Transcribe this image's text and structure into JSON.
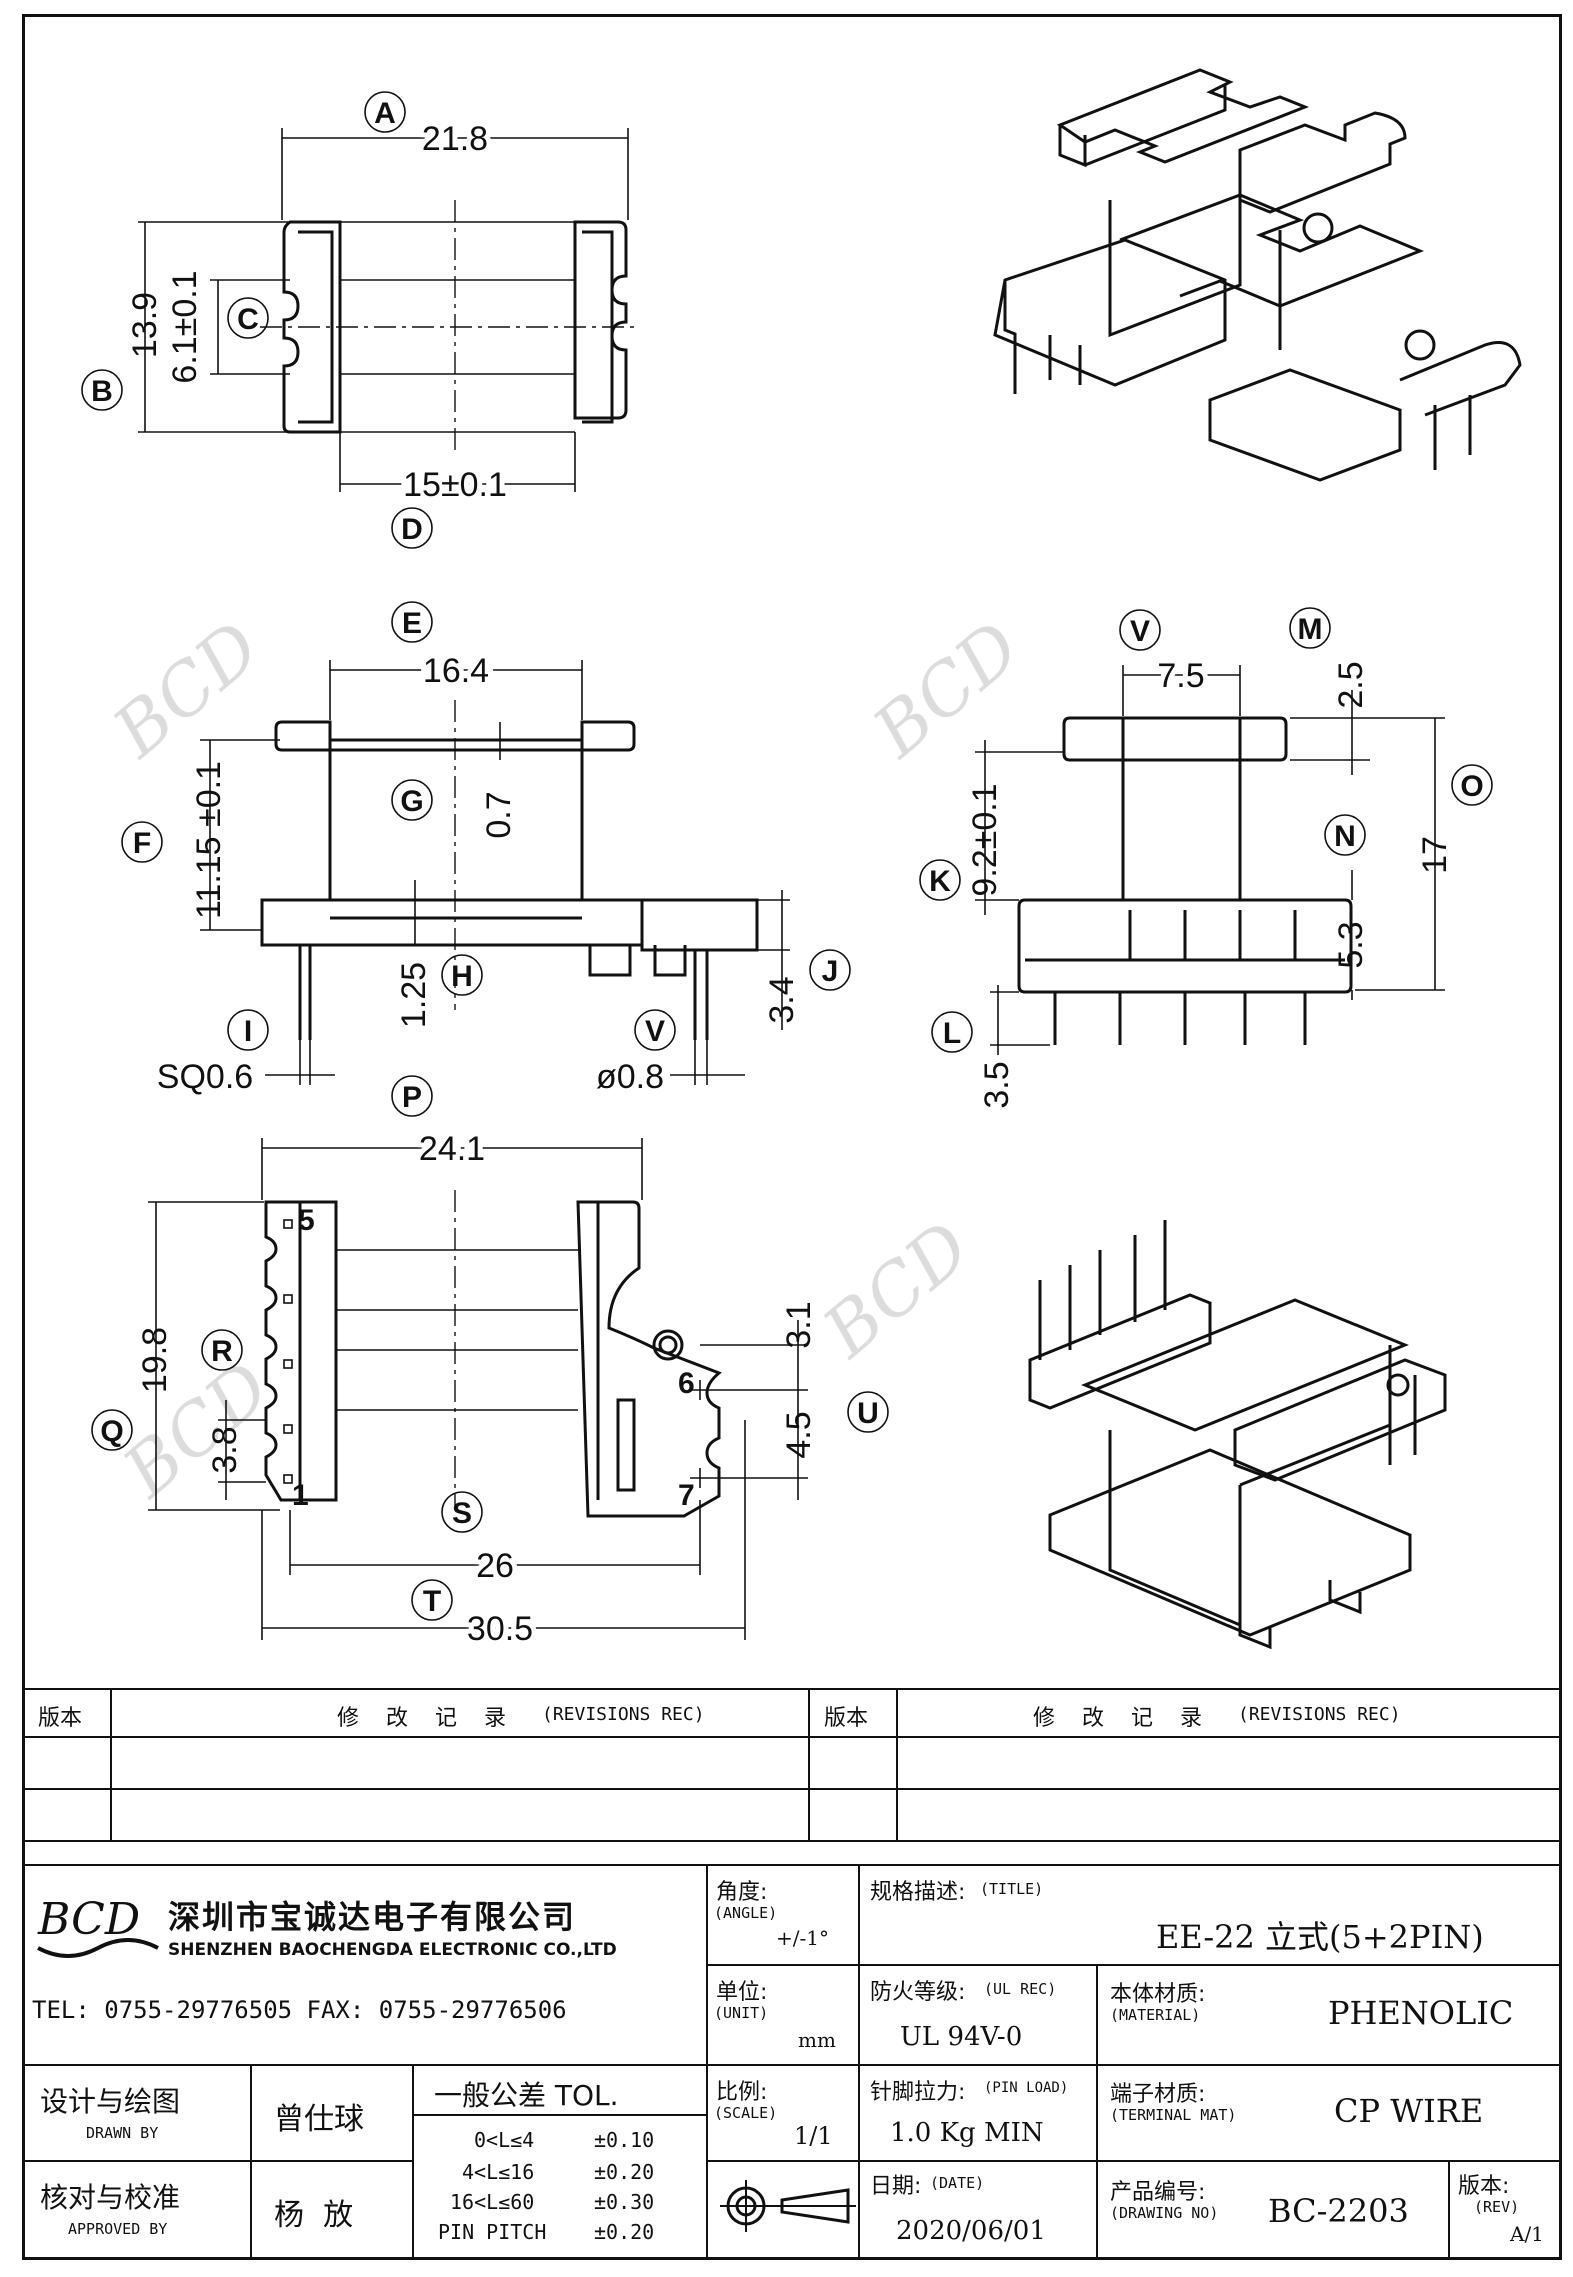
{
  "drawing": {
    "labels": {
      "A": "A",
      "B": "B",
      "C": "C",
      "D": "D",
      "E": "E",
      "F": "F",
      "G": "G",
      "H": "H",
      "I": "I",
      "J": "J",
      "K": "K",
      "L": "L",
      "M": "M",
      "N": "N",
      "O": "O",
      "P": "P",
      "Q": "Q",
      "R": "R",
      "S": "S",
      "T": "T",
      "U": "U",
      "V1": "V",
      "V2": "V"
    },
    "dims": {
      "A": "21.8",
      "B": "13.9",
      "C": "6.1±0.1",
      "D": "15±0.1",
      "E": "16.4",
      "F": "11.15 ±0.1",
      "G": "0.7",
      "H": "1.25",
      "I": "SQ0.6",
      "J": "3.4",
      "V1": "ø0.8",
      "V2": "7.5",
      "M": "2.5",
      "O": "17",
      "K": "9.2±0.1",
      "N": "5.3",
      "L": "3.5",
      "P": "24.1",
      "Q": "19.8",
      "R": "3.8",
      "S": "26",
      "T": "30.5",
      "U1": "3.1",
      "U2": "4.5"
    },
    "pin_numbers": {
      "p5": "5",
      "p1": "1",
      "p6": "6",
      "p7": "7"
    },
    "watermark": "BCD"
  },
  "title_block": {
    "rev_header_left": "版本",
    "rev_header_mid": "修 改 记 录",
    "rev_header_mid_en": "(REVISIONS REC)",
    "rev_header_right": "版本",
    "rev_header_mid2": "修 改 记 录",
    "rev_header_mid2_en": "(REVISIONS REC)",
    "company_logo": "BCD",
    "company_cn": "深圳市宝诚达电子有限公司",
    "company_en": "SHENZHEN BAOCHENGDA ELECTRONIC CO.,LTD",
    "contact": "TEL: 0755-29776505  FAX: 0755-29776506",
    "angle_label": "角度:",
    "angle_label_en": "(ANGLE)",
    "angle_value": "+/-1°",
    "title_label": "规格描述:",
    "title_label_en": "(TITLE)",
    "title_value": "EE-22 立式(5+2PIN)",
    "unit_label": "单位:",
    "unit_label_en": "(UNIT)",
    "unit_value": "mm",
    "ul_label": "防火等级:",
    "ul_label_en": "(UL REC)",
    "ul_value": "UL 94V-0",
    "material_label": "本体材质:",
    "material_label_en": "(MATERIAL)",
    "material_value": "PHENOLIC",
    "drawn_label": "设计与绘图",
    "drawn_label_en": "DRAWN BY",
    "drawn_value": "曾仕球",
    "tol_label": "一般公差 TOL.",
    "tol_rows": [
      {
        "range": "0<L≤4",
        "tol": "±0.10"
      },
      {
        "range": "4<L≤16",
        "tol": "±0.20"
      },
      {
        "range": "16<L≤60",
        "tol": "±0.30"
      },
      {
        "range": "PIN PITCH",
        "tol": "±0.20"
      }
    ],
    "scale_label": "比例:",
    "scale_label_en": "(SCALE)",
    "scale_value": "1/1",
    "pinload_label": "针脚拉力:",
    "pinload_label_en": "(PIN LOAD)",
    "pinload_value": "1.0 Kg MIN",
    "terminal_label": "端子材质:",
    "terminal_label_en": "(TERMINAL MAT)",
    "terminal_value": "CP WIRE",
    "approved_label": "核对与校准",
    "approved_label_en": "APPROVED BY",
    "approved_value": "杨  放",
    "date_label": "日期:",
    "date_label_en": "(DATE)",
    "date_value": "2020/06/01",
    "drawing_no_label": "产品编号:",
    "drawing_no_label_en": "(DRAWING NO)",
    "drawing_no_value": "BC-2203",
    "rev_label": "版本:",
    "rev_label_en": "(REV)",
    "rev_value": "A/1"
  }
}
